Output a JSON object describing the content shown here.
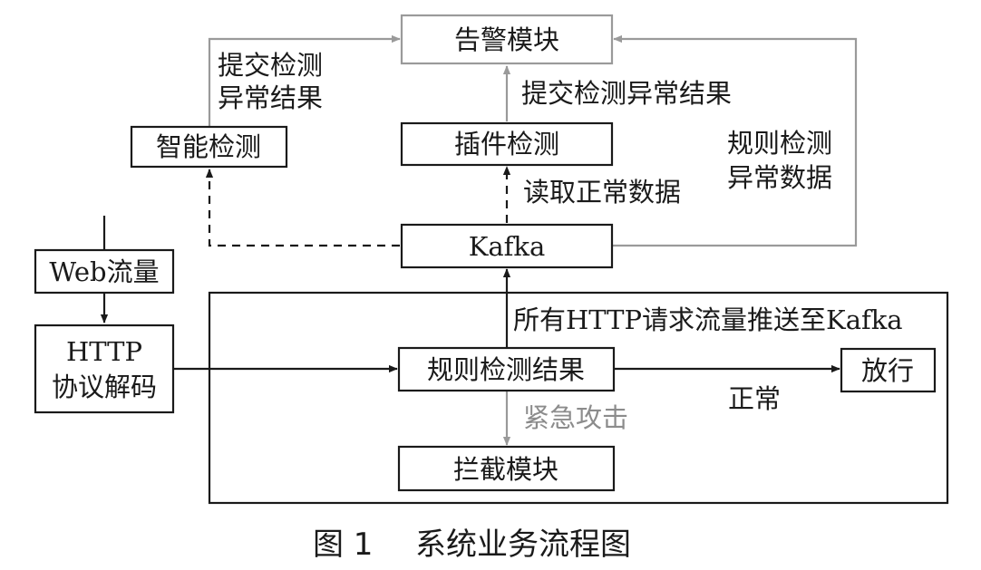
{
  "nodes": {
    "alert": "告警模块",
    "smart_detect": "智能检测",
    "plugin_detect": "插件检测",
    "kafka": "Kafka",
    "web_traffic": "Web流量",
    "http_decode_line1": "HTTP",
    "http_decode_line2": "协议解码",
    "rule_result": "规则检测结果",
    "release": "放行",
    "block": "拦截模块"
  },
  "labels": {
    "submit_left_line1": "提交检测",
    "submit_left_line2": "异常结果",
    "submit_middle": "提交检测异常结果",
    "read_normal": "读取正常数据",
    "rule_abnormal_line1": "规则检测",
    "rule_abnormal_line2": "异常数据",
    "push_to_kafka": "所有HTTP请求流量推送至Kafka",
    "normal": "正常",
    "urgent_attack": "紧急攻击"
  },
  "caption": {
    "figure_number": "图 1",
    "title": "系统业务流程图"
  },
  "colors": {
    "stroke": "#1a1a1a",
    "gray": "#9a9a9a",
    "gray_text": "#8c8c8c"
  }
}
